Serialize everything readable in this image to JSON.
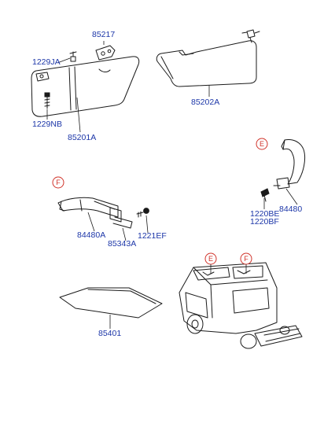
{
  "labels": {
    "p85217": "85217",
    "p1229JA": "1229JA",
    "p1229NB": "1229NB",
    "p85201A": "85201A",
    "p85202A": "85202A",
    "p84480A": "84480A",
    "p85343A": "85343A",
    "p1221EF": "1221EF",
    "p1220BE": "1220BE",
    "p1220BF": "1220BF",
    "p84480": "84480",
    "p85401": "85401"
  },
  "callouts": {
    "E": "E",
    "F": "F"
  },
  "colors": {
    "label": "#1c36a8",
    "callout": "#d0332a",
    "ink": "#1a1a1a"
  }
}
